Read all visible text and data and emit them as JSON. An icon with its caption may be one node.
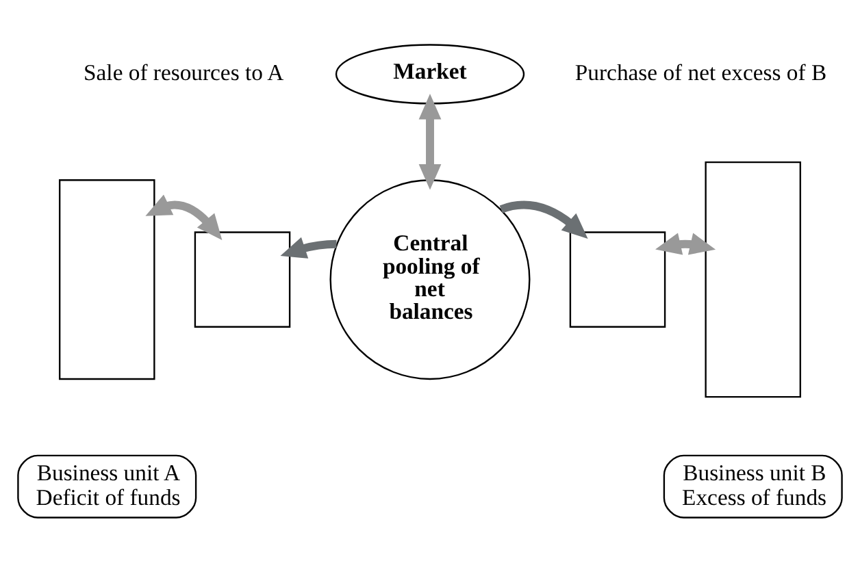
{
  "diagram": {
    "nodes": [
      {
        "text": [
          "Market"
        ]
      },
      {
        "text": [
          "Central pooling of net balances"
        ]
      },
      {
        "text": [],
        "shape": "box"
      },
      {
        "text": [],
        "shape": "box"
      },
      {
        "text": [],
        "shape": "box"
      },
      {
        "text": [],
        "shape": "box"
      },
      {
        "text": [
          "Business unit A",
          "Deficit of funds"
        ]
      },
      {
        "text": [
          "Business unit B",
          "Excess of funds"
        ]
      }
    ],
    "edges": [
      {
        "from": 0,
        "to": 1,
        "arrow": "both"
      },
      {
        "from": 1,
        "to": 3,
        "arrow": "to",
        "color": "#6b7073"
      },
      {
        "from": 1,
        "to": 4,
        "arrow": "to",
        "color": "#6b7073"
      },
      {
        "from": 2,
        "to": 3,
        "arrow": "both"
      },
      {
        "from": 4,
        "to": 5,
        "arrow": "both"
      }
    ],
    "labels": [
      "Sale of resources to A",
      "Purchase of net excess of B"
    ]
  }
}
